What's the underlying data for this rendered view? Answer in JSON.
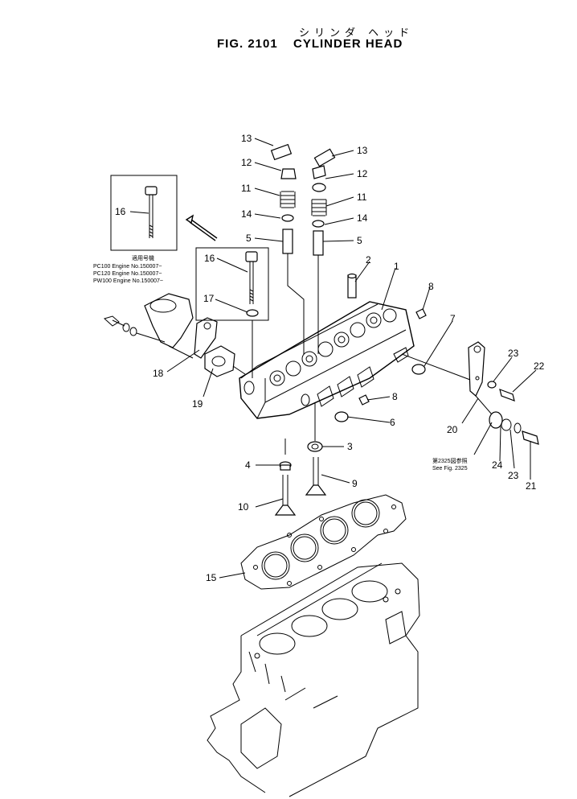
{
  "header": {
    "title_jp": "シリンダ ヘッド",
    "fig_label": "FIG. 2101",
    "fig_name": "CYLINDER HEAD"
  },
  "callouts": {
    "c1": "1",
    "c2": "2",
    "c3": "3",
    "c4": "4",
    "c5a": "5",
    "c5b": "5",
    "c6": "6",
    "c7": "7",
    "c8a": "8",
    "c8b": "8",
    "c9": "9",
    "c10": "10",
    "c11a": "11",
    "c11b": "11",
    "c12a": "12",
    "c12b": "12",
    "c13a": "13",
    "c13b": "13",
    "c14a": "14",
    "c14b": "14",
    "c15": "15",
    "c16a": "16",
    "c16b": "16",
    "c17": "17",
    "c18": "18",
    "c19": "19",
    "c20": "20",
    "c21": "21",
    "c22": "22",
    "c23a": "23",
    "c23b": "23",
    "c24": "24"
  },
  "applicability": {
    "heading": "適用号機",
    "line1": "PC100  Engine No.150007~",
    "line2": "PC120  Engine No.150007~",
    "line3": "PW100  Engine No.150007~"
  },
  "reference": {
    "jp": "第2325図参照",
    "en": "See Fig. 2325"
  }
}
